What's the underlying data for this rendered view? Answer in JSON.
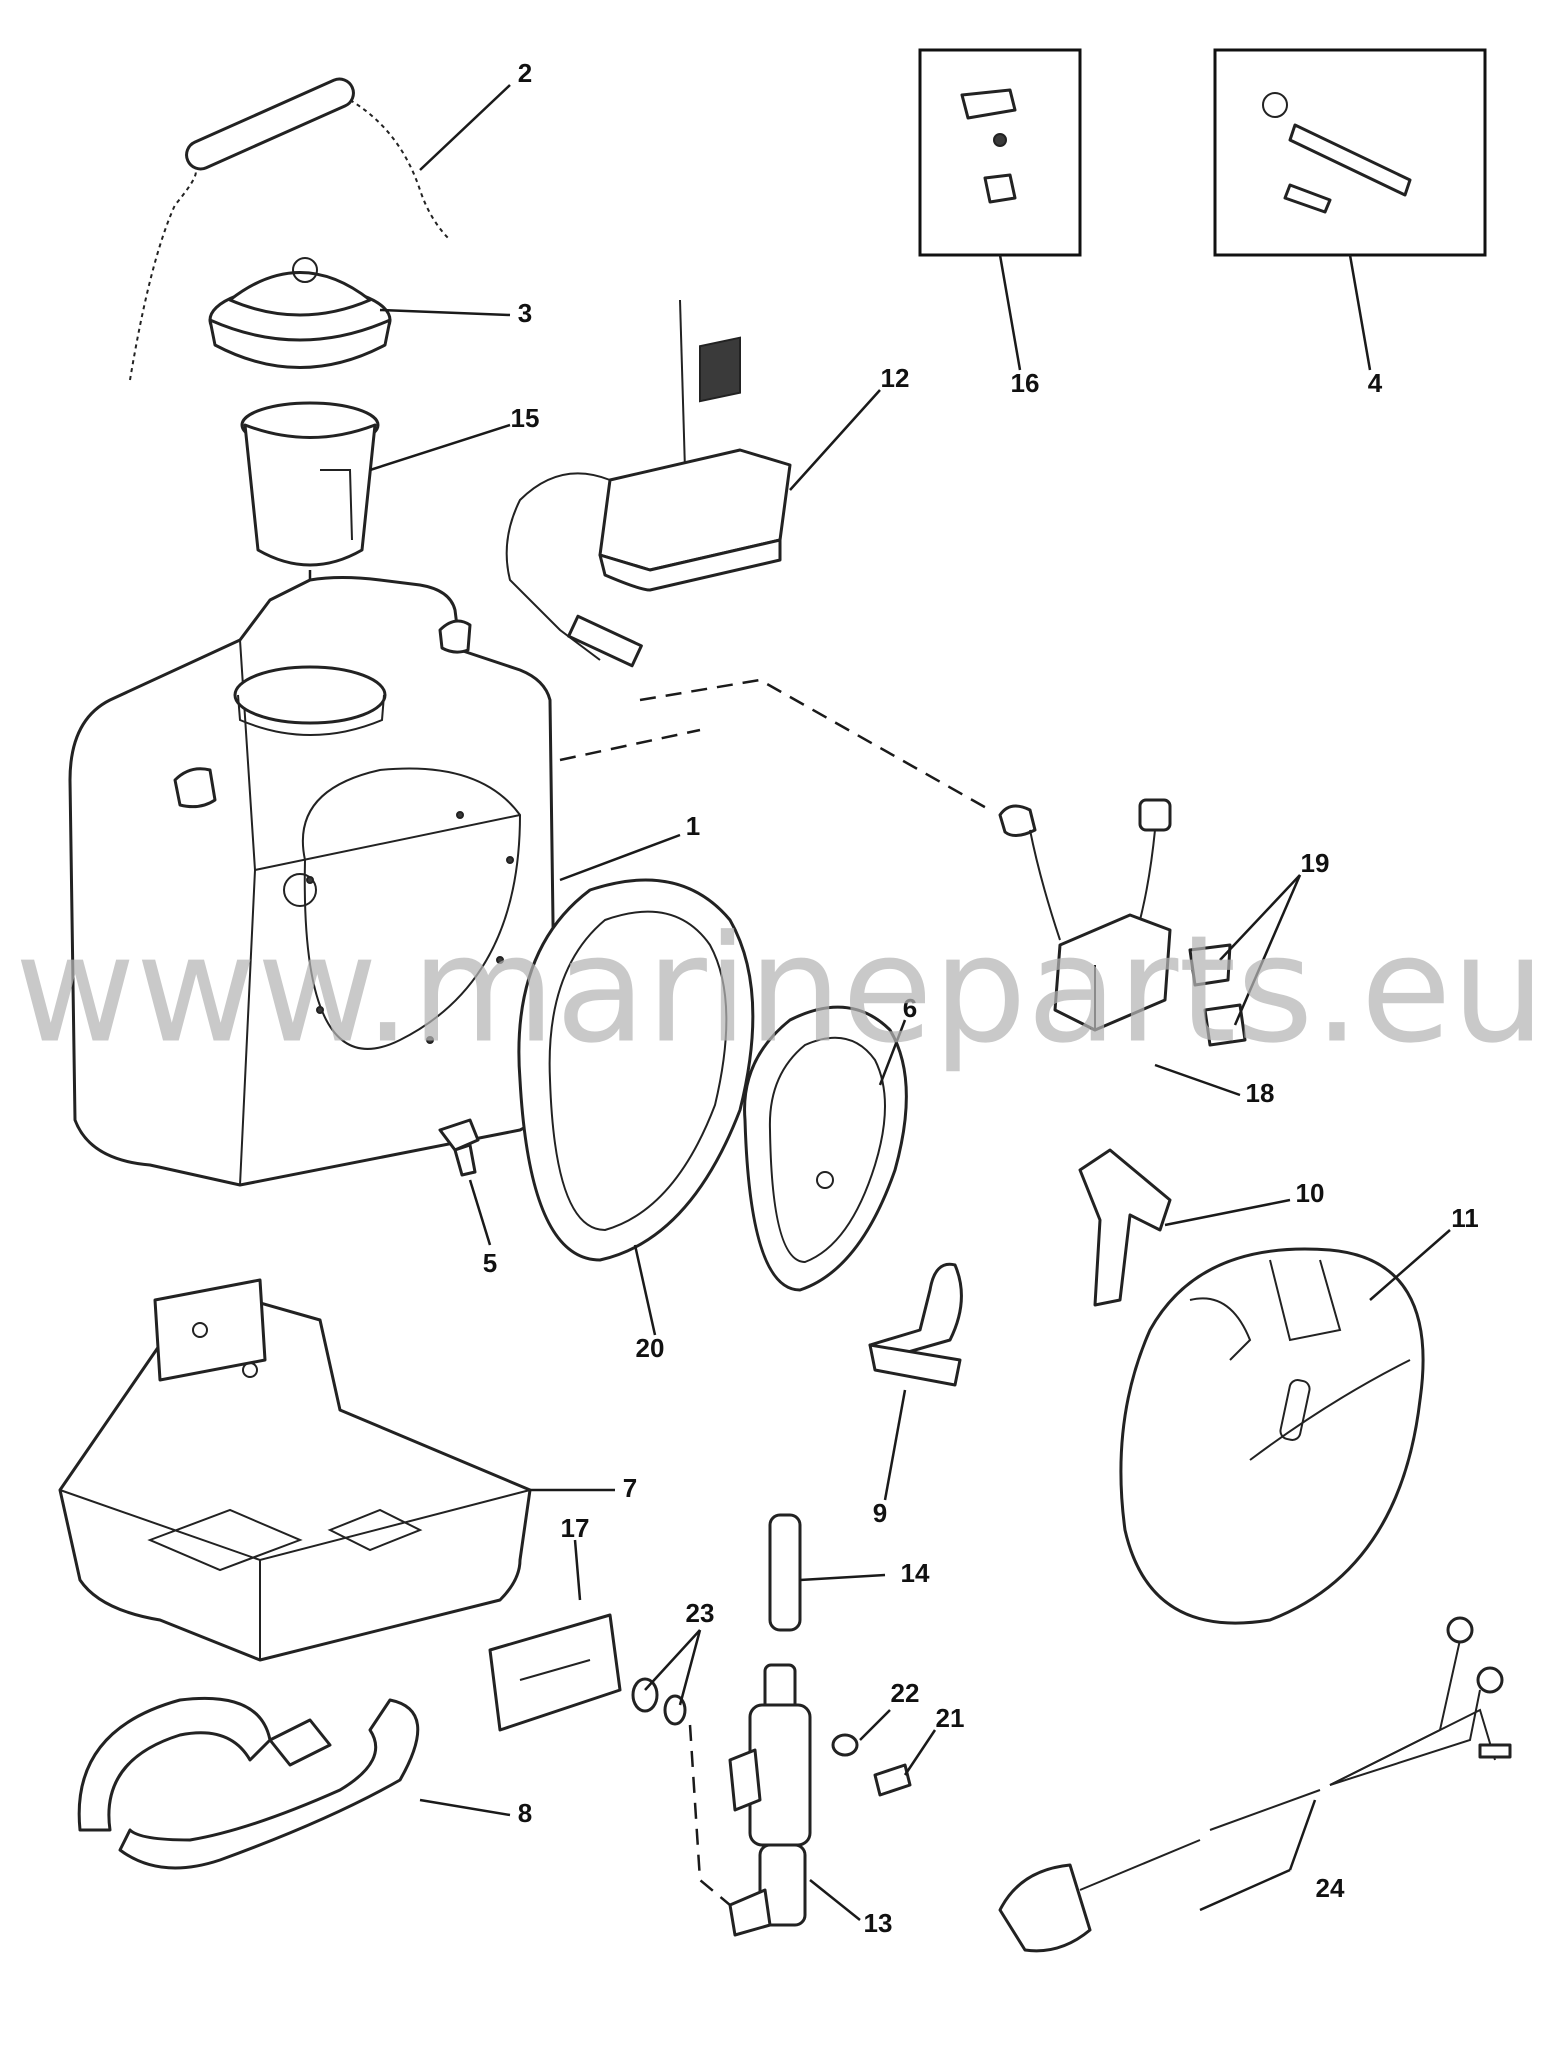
{
  "watermark": {
    "text": "www.marineparts.eu"
  },
  "callouts": {
    "c1": "1",
    "c2": "2",
    "c3": "3",
    "c4": "4",
    "c5": "5",
    "c6": "6",
    "c7": "7",
    "c8": "8",
    "c9": "9",
    "c10": "10",
    "c11": "11",
    "c12": "12",
    "c13": "13",
    "c14": "14",
    "c15": "15",
    "c16": "16",
    "c17": "17",
    "c18": "18",
    "c19": "19",
    "c20": "20",
    "c21": "21",
    "c22": "22",
    "c23": "23",
    "c24": "24"
  },
  "colors": {
    "ink": "#222222",
    "paper": "#ffffff",
    "watermark": "#b4b4b4"
  },
  "cover_emblem": {
    "text": ""
  }
}
